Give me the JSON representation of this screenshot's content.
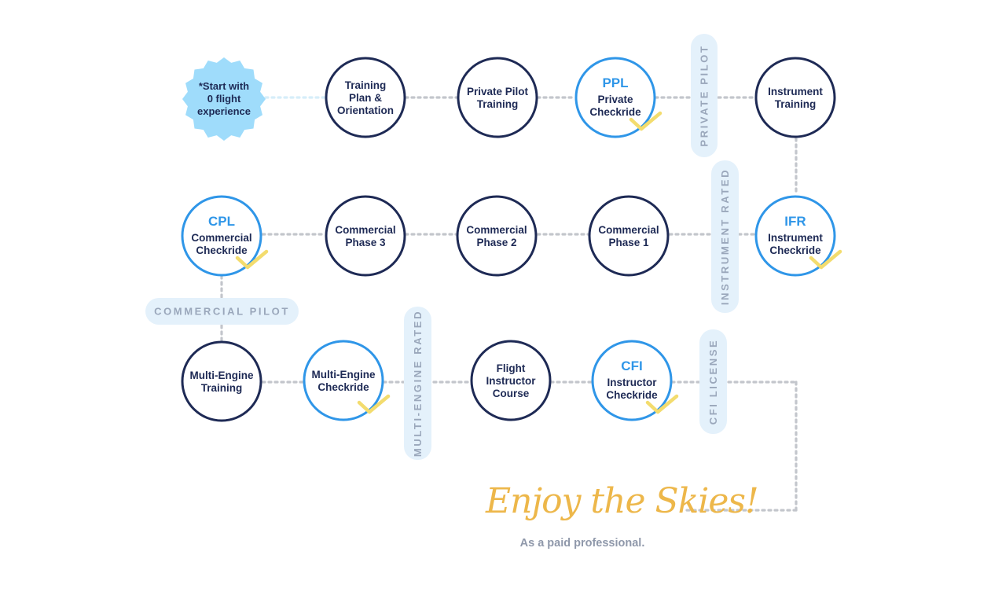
{
  "colors": {
    "navy": "#1e2a55",
    "accent_blue": "#2f96e8",
    "check_yellow": "#f3dc6e",
    "start_badge": "#9fdcfb",
    "pill_bg": "#e4f1fb",
    "pill_text": "#9aa7bb",
    "dotted_line": "#c3c6cc",
    "finale_gold": "#edb74a"
  },
  "start": {
    "icon": "starburst-badge",
    "lines": [
      "*Start with",
      "0 flight",
      "experience"
    ]
  },
  "milestones": [
    {
      "id": "training-plan",
      "lines": [
        "Training",
        "Plan &",
        "Orientation"
      ],
      "checkride": false
    },
    {
      "id": "private-pilot-training",
      "lines": [
        "Private Pilot",
        "Training"
      ],
      "checkride": false
    },
    {
      "id": "ppl-checkride",
      "credential": "PPL",
      "lines": [
        "Private",
        "Checkride"
      ],
      "checkride": true
    },
    {
      "id": "instrument-training",
      "lines": [
        "Instrument",
        "Training"
      ],
      "checkride": false
    },
    {
      "id": "ifr-checkride",
      "credential": "IFR",
      "lines": [
        "Instrument",
        "Checkride"
      ],
      "checkride": true
    },
    {
      "id": "commercial-phase-1",
      "lines": [
        "Commercial",
        "Phase 1"
      ],
      "checkride": false
    },
    {
      "id": "commercial-phase-2",
      "lines": [
        "Commercial",
        "Phase 2"
      ],
      "checkride": false
    },
    {
      "id": "commercial-phase-3",
      "lines": [
        "Commercial",
        "Phase 3"
      ],
      "checkride": false
    },
    {
      "id": "cpl-checkride",
      "credential": "CPL",
      "lines": [
        "Commercial",
        "Checkride"
      ],
      "checkride": true
    },
    {
      "id": "multi-engine-training",
      "lines": [
        "Multi-Engine",
        "Training"
      ],
      "checkride": false
    },
    {
      "id": "multi-engine-checkride",
      "lines": [
        "Multi-Engine",
        "Checkride"
      ],
      "checkride": true
    },
    {
      "id": "flight-instructor-course",
      "lines": [
        "Flight",
        "Instructor",
        "Course"
      ],
      "checkride": false
    },
    {
      "id": "cfi-checkride",
      "credential": "CFI",
      "lines": [
        "Instructor",
        "Checkride"
      ],
      "checkride": true
    }
  ],
  "certifications": {
    "private_pilot": "PRIVATE PILOT",
    "instrument_rated": "INSTRUMENT RATED",
    "commercial_pilot": "COMMERCIAL PILOT",
    "multi_engine_rated": "MULTI-ENGINE RATED",
    "cfi_license": "CFI LICENSE"
  },
  "finale": {
    "title": "Enjoy the Skies!",
    "subtitle": "As a paid professional."
  }
}
